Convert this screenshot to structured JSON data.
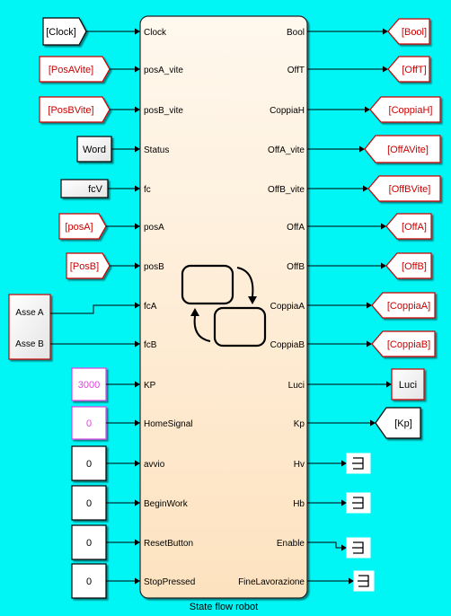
{
  "diagram": {
    "background": "#00f5f5",
    "chart_block_title": "State flow robot",
    "inputs": [
      {
        "block_label": "[Clock]",
        "block_kind": "goto-from",
        "block_text_color": "#000000",
        "port_label": "Clock"
      },
      {
        "block_label": "[PosAVite]",
        "block_kind": "goto-from",
        "block_text_color": "#cc0000",
        "port_label": "posA_vite"
      },
      {
        "block_label": "[PosBVite]",
        "block_kind": "goto-from",
        "block_text_color": "#cc0000",
        "port_label": "posB_vite"
      },
      {
        "block_label": "Word",
        "block_kind": "shaded-box",
        "block_text_color": "#000000",
        "port_label": "Status"
      },
      {
        "block_label": "fcV",
        "block_kind": "shaded-box",
        "block_text_color": "#000000",
        "port_label": "fc"
      },
      {
        "block_label": "[posA]",
        "block_kind": "goto-from",
        "block_text_color": "#cc0000",
        "port_label": "posA"
      },
      {
        "block_label": "[PosB]",
        "block_kind": "goto-from",
        "block_text_color": "#cc0000",
        "port_label": "posB"
      },
      {
        "block_label": "",
        "block_kind": "none",
        "block_text_color": "#000000",
        "port_label": "fcA"
      },
      {
        "block_label": "",
        "block_kind": "none",
        "block_text_color": "#000000",
        "port_label": "fcB"
      },
      {
        "block_label": "3000",
        "block_kind": "constant",
        "block_text_color": "#e040e0",
        "port_label": "KP"
      },
      {
        "block_label": "0",
        "block_kind": "constant",
        "block_text_color": "#e040e0",
        "port_label": "HomeSignal"
      },
      {
        "block_label": "0",
        "block_kind": "constant",
        "block_text_color": "#000000",
        "port_label": "avvio"
      },
      {
        "block_label": "0",
        "block_kind": "constant",
        "block_text_color": "#000000",
        "port_label": "BeginWork"
      },
      {
        "block_label": "0",
        "block_kind": "constant",
        "block_text_color": "#000000",
        "port_label": "ResetButton"
      },
      {
        "block_label": "0",
        "block_kind": "constant",
        "block_text_color": "#000000",
        "port_label": "StopPressed"
      }
    ],
    "asse_block": {
      "port_a": "Asse A",
      "port_b": "Asse B"
    },
    "outputs": [
      {
        "port_label": "Bool",
        "block_label": "[Bool]",
        "block_kind": "goto",
        "block_text_color": "#cc0000"
      },
      {
        "port_label": "OffT",
        "block_label": "[OffT]",
        "block_kind": "goto",
        "block_text_color": "#cc0000"
      },
      {
        "port_label": "CoppiaH",
        "block_label": "[CoppiaH]",
        "block_kind": "goto",
        "block_text_color": "#cc0000"
      },
      {
        "port_label": "OffA_vite",
        "block_label": "[OffAVite]",
        "block_kind": "goto",
        "block_text_color": "#cc0000"
      },
      {
        "port_label": "OffB_vite",
        "block_label": "[OffBVite]",
        "block_kind": "goto",
        "block_text_color": "#cc0000"
      },
      {
        "port_label": "OffA",
        "block_label": "[OffA]",
        "block_kind": "goto",
        "block_text_color": "#cc0000"
      },
      {
        "port_label": "OffB",
        "block_label": "[OffB]",
        "block_kind": "goto",
        "block_text_color": "#cc0000"
      },
      {
        "port_label": "CoppiaA",
        "block_label": "[CoppiaA]",
        "block_kind": "goto",
        "block_text_color": "#cc0000"
      },
      {
        "port_label": "CoppiaB",
        "block_label": "[CoppiaB]",
        "block_kind": "goto",
        "block_text_color": "#cc0000"
      },
      {
        "port_label": "Luci",
        "block_label": "Luci",
        "block_kind": "shaded-box",
        "block_text_color": "#000000"
      },
      {
        "port_label": "Kp",
        "block_label": "[Kp]",
        "block_kind": "goto-black",
        "block_text_color": "#000000"
      },
      {
        "port_label": "Hv",
        "block_label": "",
        "block_kind": "terminator",
        "block_text_color": "#000000"
      },
      {
        "port_label": "Hb",
        "block_label": "",
        "block_kind": "terminator",
        "block_text_color": "#000000"
      },
      {
        "port_label": "Enable",
        "block_label": "",
        "block_kind": "terminator",
        "block_text_color": "#000000"
      },
      {
        "port_label": "FineLavorazione",
        "block_label": "",
        "block_kind": "terminator",
        "block_text_color": "#000000"
      }
    ]
  }
}
